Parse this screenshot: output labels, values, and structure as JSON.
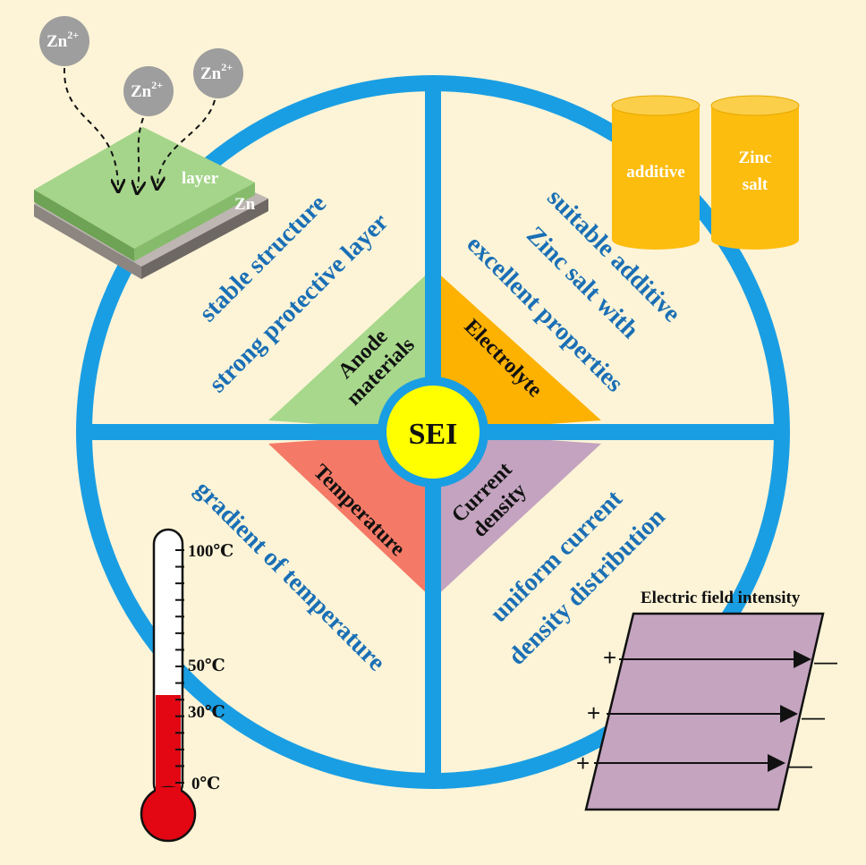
{
  "colors": {
    "background": "#fdf4d7",
    "wheel_blue": "#1a9ee3",
    "label_blue": "#1a6fb5",
    "hub_yellow": "#ffff00",
    "anode_green": "#a7d88c",
    "electrolyte_orange": "#fdb100",
    "temperature_red": "#f47a67",
    "current_purple": "#c3a3bf",
    "cylinder_yellow": "#fdbd0f",
    "thermo_red": "#e30613",
    "efield_fill": "#c5a4bf"
  },
  "hub": {
    "label": "SEI"
  },
  "sectors": {
    "anode": {
      "line1": "Anode",
      "line2": "materials"
    },
    "electrolyte": {
      "label": "Electrolyte"
    },
    "temperature": {
      "label": "Temperature"
    },
    "current": {
      "line1": "Current",
      "line2": "density"
    }
  },
  "quadrant_labels": {
    "top_left": [
      "stable structure",
      "strong protective layer"
    ],
    "top_right": [
      "suitable additive",
      "Zinc salt with",
      "excellent properties"
    ],
    "bottom_left": [
      "gradient of temperature"
    ],
    "bottom_right": [
      "uniform current",
      "density distribution"
    ]
  },
  "zn_layer": {
    "ions": [
      {
        "base": "Zn",
        "charge": "2+"
      },
      {
        "base": "Zn",
        "charge": "2+"
      },
      {
        "base": "Zn",
        "charge": "2+"
      }
    ],
    "layer_label": "layer",
    "zn_label": "Zn"
  },
  "cylinders": [
    {
      "line1": "additive",
      "line2": ""
    },
    {
      "line1": "Zinc",
      "line2": "salt"
    }
  ],
  "thermometer": {
    "ticks": [
      "100℃",
      "50℃",
      "30℃",
      "0℃"
    ],
    "fill_fraction": 0.3
  },
  "electric_field": {
    "title": "Electric field intensity",
    "plus": [
      "+",
      "+",
      "+"
    ],
    "minus": [
      "—",
      "—",
      "—"
    ]
  },
  "icons": [
    "arrow-icon",
    "dashed-arrow-icon",
    "cylinder-icon",
    "thermometer-icon"
  ]
}
